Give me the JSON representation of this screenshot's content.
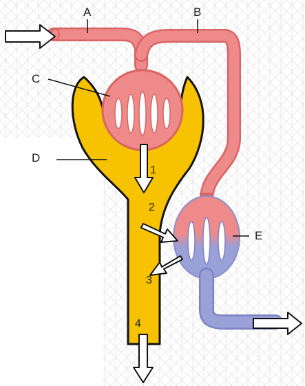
{
  "labels": {
    "A": "A",
    "B": "B",
    "C": "C",
    "D": "D",
    "E": "E"
  },
  "steps": [
    "1",
    "2",
    "3",
    "4"
  ],
  "colors": {
    "arterial": "#ee8a8a",
    "arterial_edge": "#d96464",
    "venous": "#9aa0d8",
    "venous_edge": "#7c82c4",
    "tubule": "#f7c200",
    "tubule_edge": "#111111",
    "background_pattern": "#e4e4e4"
  }
}
